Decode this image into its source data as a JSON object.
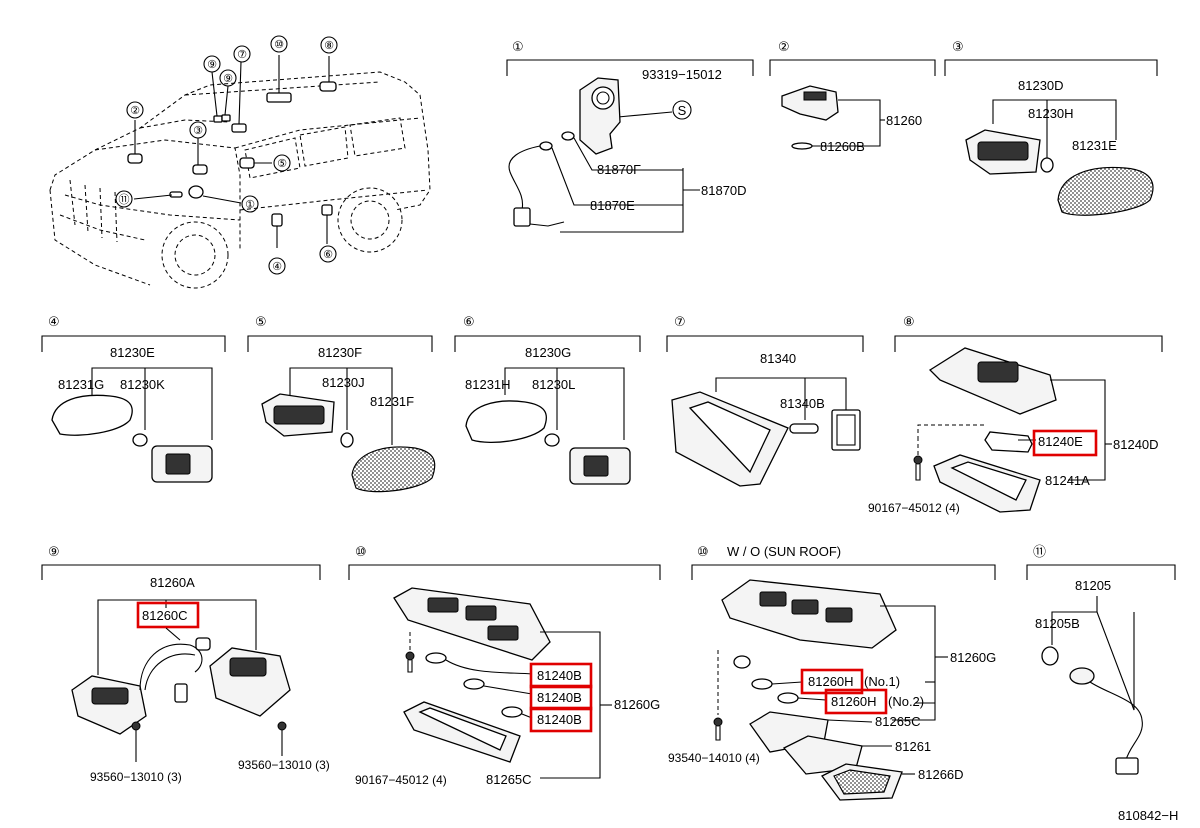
{
  "sections": {
    "s1": {
      "num": "①",
      "parts": {
        "p93319": "93319−15012",
        "s": "S",
        "p81870F": "81870F",
        "p81870E": "81870E",
        "p81870D": "81870D"
      }
    },
    "s2": {
      "num": "②",
      "parts": {
        "p81260": "81260",
        "p81260B": "81260B"
      }
    },
    "s3": {
      "num": "③",
      "parts": {
        "p81230D": "81230D",
        "p81230H": "81230H",
        "p81231E": "81231E"
      }
    },
    "s4": {
      "num": "④",
      "parts": {
        "p81230E": "81230E",
        "p81231G": "81231G",
        "p81230K": "81230K"
      }
    },
    "s5": {
      "num": "⑤",
      "parts": {
        "p81230F": "81230F",
        "p81230J": "81230J",
        "p81231F": "81231F"
      }
    },
    "s6": {
      "num": "⑥",
      "parts": {
        "p81230G": "81230G",
        "p81231H": "81231H",
        "p81230L": "81230L"
      }
    },
    "s7": {
      "num": "⑦",
      "parts": {
        "p81340": "81340",
        "p81340B": "81340B"
      }
    },
    "s8": {
      "num": "⑧",
      "parts": {
        "p81240E": "81240E",
        "p81240D": "81240D",
        "p81241A": "81241A",
        "p90167": "90167−45012 (4)"
      }
    },
    "s9": {
      "num": "⑨",
      "parts": {
        "p81260A": "81260A",
        "p81260C": "81260C",
        "p93560a": "93560−13010 (3)",
        "p93560b": "93560−13010 (3)"
      }
    },
    "s10": {
      "num": "⑩",
      "parts": {
        "p81240B_1": "81240B",
        "p81240B_2": "81240B",
        "p81240B_3": "81240B",
        "p81260G": "81260G",
        "p90167": "90167−45012 (4)",
        "p81265C": "81265C"
      }
    },
    "s10b": {
      "num": "⑩",
      "title": "W / O (SUN ROOF)",
      "parts": {
        "p81260G": "81260G",
        "p81260H_1": "81260H",
        "no1": "(No.1)",
        "p81260H_2": "81260H",
        "no2": "(No.2)",
        "p81265C": "81265C",
        "p81261": "81261",
        "p81266D": "81266D",
        "p93540": "93540−14010 (4)"
      }
    },
    "s11": {
      "num": "⑪",
      "parts": {
        "p81205": "81205",
        "p81205B": "81205B"
      }
    }
  },
  "vehicle_callouts": [
    "①",
    "②",
    "③",
    "④",
    "⑤",
    "⑥",
    "⑦",
    "⑧",
    "⑨",
    "⑨",
    "⑩",
    "⑪"
  ],
  "diagram_code": "810842−H",
  "highlight_color": "#e00000"
}
